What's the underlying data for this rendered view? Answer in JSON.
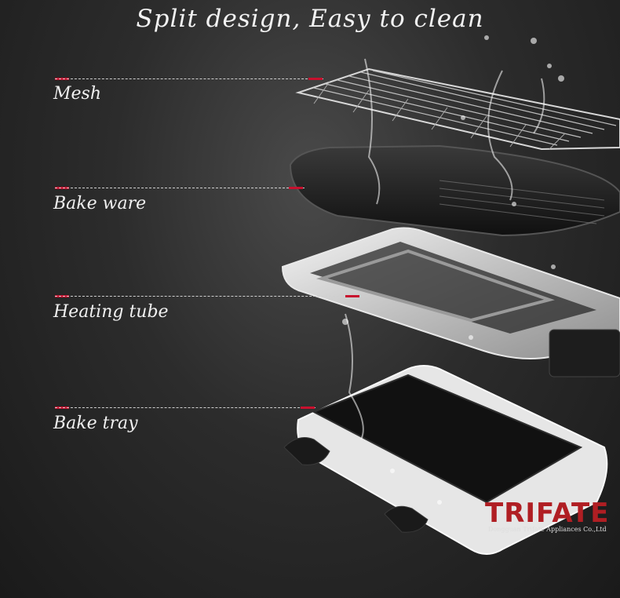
{
  "title": "Split design, Easy to clean",
  "callouts": [
    {
      "label": "Mesh"
    },
    {
      "label": "Bake ware"
    },
    {
      "label": "Heating tube"
    },
    {
      "label": "Bake tray"
    }
  ],
  "brand": {
    "name": "TRIFATE",
    "subtitle": "Dongguan Trifate Appliances Co.,Ltd"
  },
  "colors": {
    "accent": "#c8102e",
    "brand": "#b01e23"
  }
}
